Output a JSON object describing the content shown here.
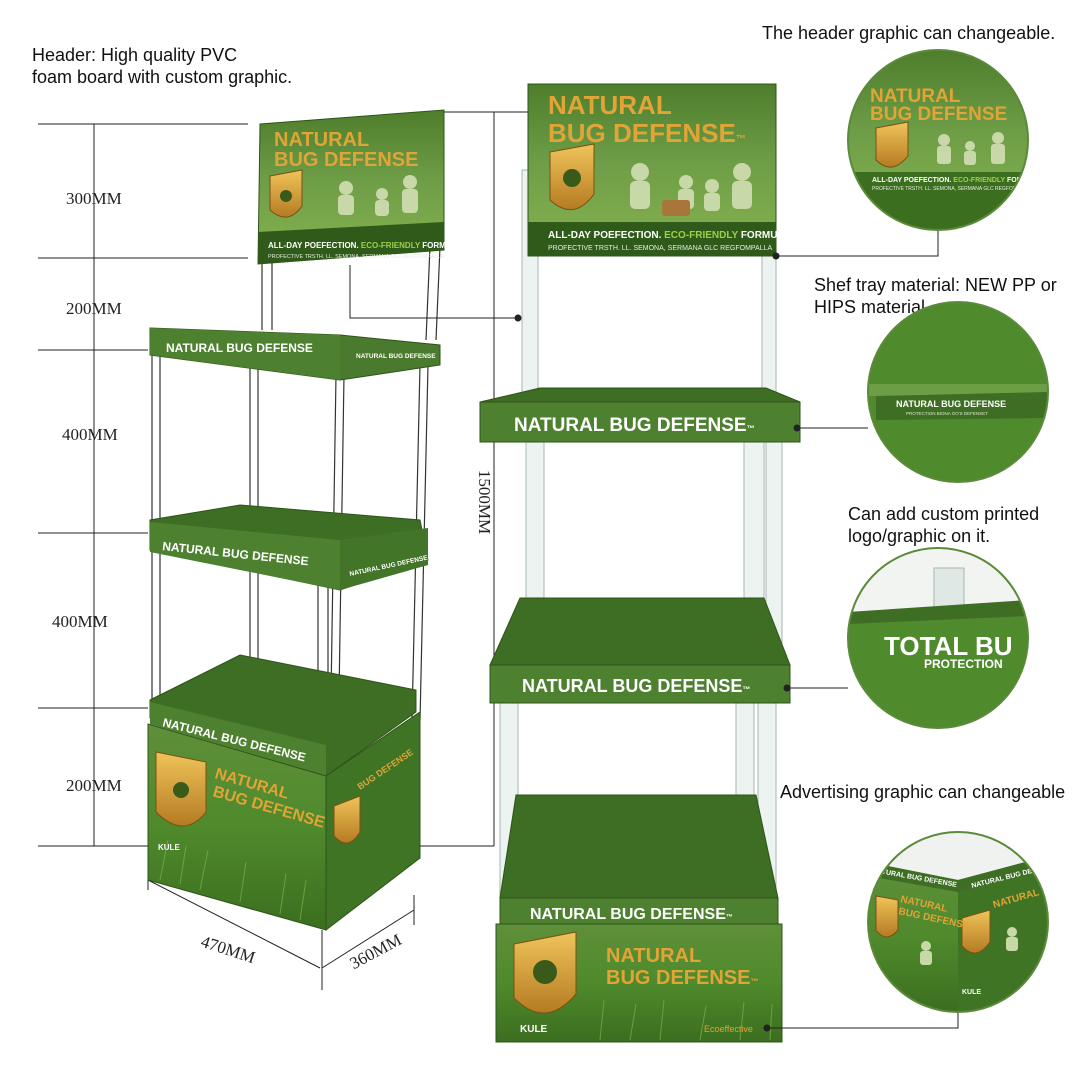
{
  "callouts": {
    "header": [
      "Header: High quality PVC",
      "foam board with custom graphic."
    ],
    "header_change": "The header graphic can changeable.",
    "shelf_material": [
      "Shef tray material: NEW PP or",
      "HIPS material"
    ],
    "logo": [
      "Can add custom printed",
      "logo/graphic on it."
    ],
    "advertising": "Advertising graphic can changeable"
  },
  "dimensions": {
    "d300": "300MM",
    "d200a": "200MM",
    "d400a": "400MM",
    "d400b": "400MM",
    "d200b": "200MM",
    "total_height": "1500MM",
    "width": "470MM",
    "depth": "360MM"
  },
  "branding": {
    "line1": "NATURAL",
    "line2": "BUG DEFENSE",
    "tm": "™",
    "shelf_title": "NATURAL BUG DEFENSE",
    "tagline_a": "ALL-DAY PОЕFECTION.",
    "tagline_b": "ECO-FRIENDLY",
    "tagline_c": "FORMULA",
    "small_print": "PROFECTIVE TRSTH. LL. SEMONA, SERMANA GLC REGFOMPALLA",
    "side_small": "PROTECTION BIONA GO'S DEFENSET",
    "detail_big": "TOTAL BU",
    "detail_small": "PROTECTION",
    "kule": "KULE",
    "badge": "Ecoeffective"
  },
  "colors": {
    "green": "#4a7a2e",
    "green_dark": "#3c6a22",
    "green_light": "#5e8f3c",
    "gold": "#e0a437",
    "eco": "#9bd14a",
    "line": "#222222"
  }
}
